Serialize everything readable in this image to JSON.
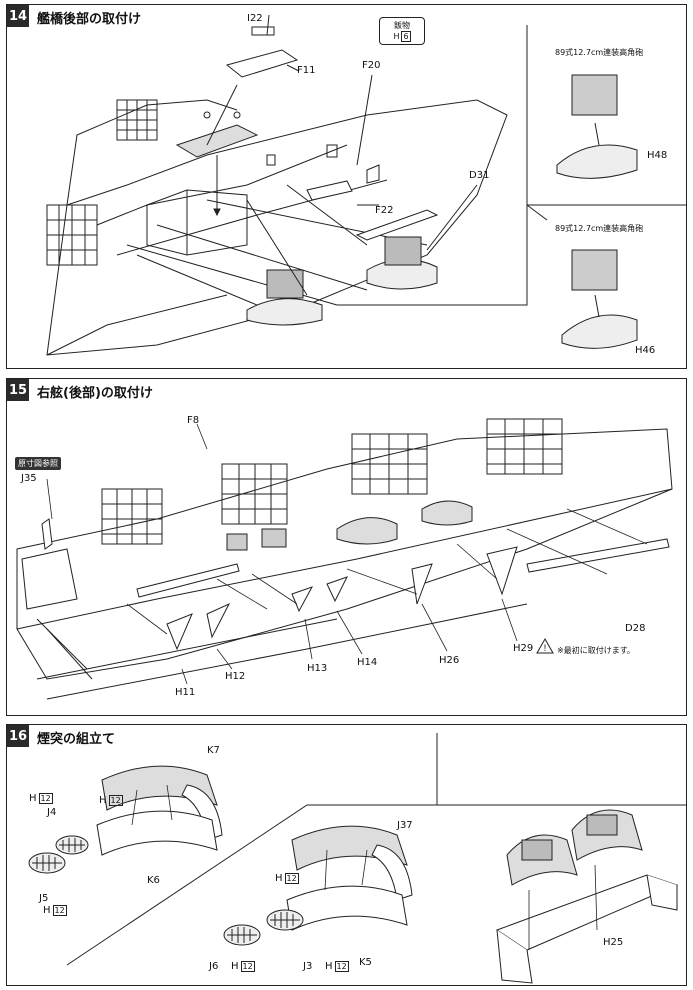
{
  "step14": {
    "number": "14",
    "title": "艦橋後部の取付け",
    "parts": {
      "i22": "I22",
      "f11": "F11",
      "f20": "F20",
      "f22": "F22",
      "d31": "D31",
      "h48": "H48",
      "h46": "H46"
    },
    "note_box": {
      "line1": "飯物",
      "line2": "H",
      "boxed": "6"
    },
    "gun_label_top": "89式12.7cm連装高角砲",
    "gun_label_bottom": "89式12.7cm連装高角砲"
  },
  "step15": {
    "number": "15",
    "title": "右舷(後部)の取付け",
    "ref_tag": "原寸図参照",
    "parts": {
      "f8": "F8",
      "j35": "J35",
      "h11": "H11",
      "h12": "H12",
      "h13": "H13",
      "h14": "H14",
      "h26": "H26",
      "h29": "H29",
      "d28": "D28"
    },
    "caution": "※最初に取付けます。"
  },
  "step16": {
    "number": "16",
    "title": "煙突の組立て",
    "parts": {
      "k7": "K7",
      "j4": "J4",
      "h12a": "H",
      "h12a_box": "12",
      "h12b": "H",
      "h12b_box": "12",
      "k6": "K6",
      "j5": "J5",
      "h12c": "H",
      "h12c_box": "12",
      "j37": "J37",
      "h12d": "H",
      "h12d_box": "12",
      "j6": "J6",
      "h12e": "H",
      "h12e_box": "12",
      "j3": "J3",
      "h12f": "H",
      "h12f_box": "12",
      "k5": "K5",
      "h25": "H25"
    }
  }
}
